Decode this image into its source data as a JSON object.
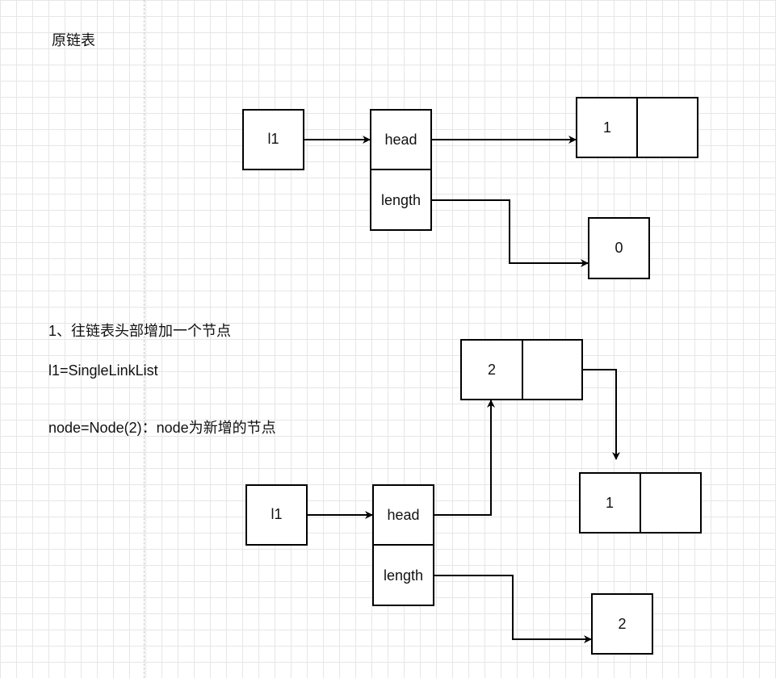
{
  "section1": {
    "title": "原链表",
    "var_box": "l1",
    "head_label": "head",
    "length_label": "length",
    "node_value": "1",
    "length_value": "0"
  },
  "section2": {
    "title": "1、往链表头部增加一个节点",
    "line1": "l1=SingleLinkList",
    "line2": "node=Node(2)：node为新增的节点",
    "var_box": "l1",
    "head_label": "head",
    "length_label": "length",
    "new_node_value": "2",
    "old_node_value": "1",
    "length_value": "2"
  },
  "colors": {
    "stroke": "#000000",
    "grid": "#e6e6e6",
    "text": "#111111"
  }
}
